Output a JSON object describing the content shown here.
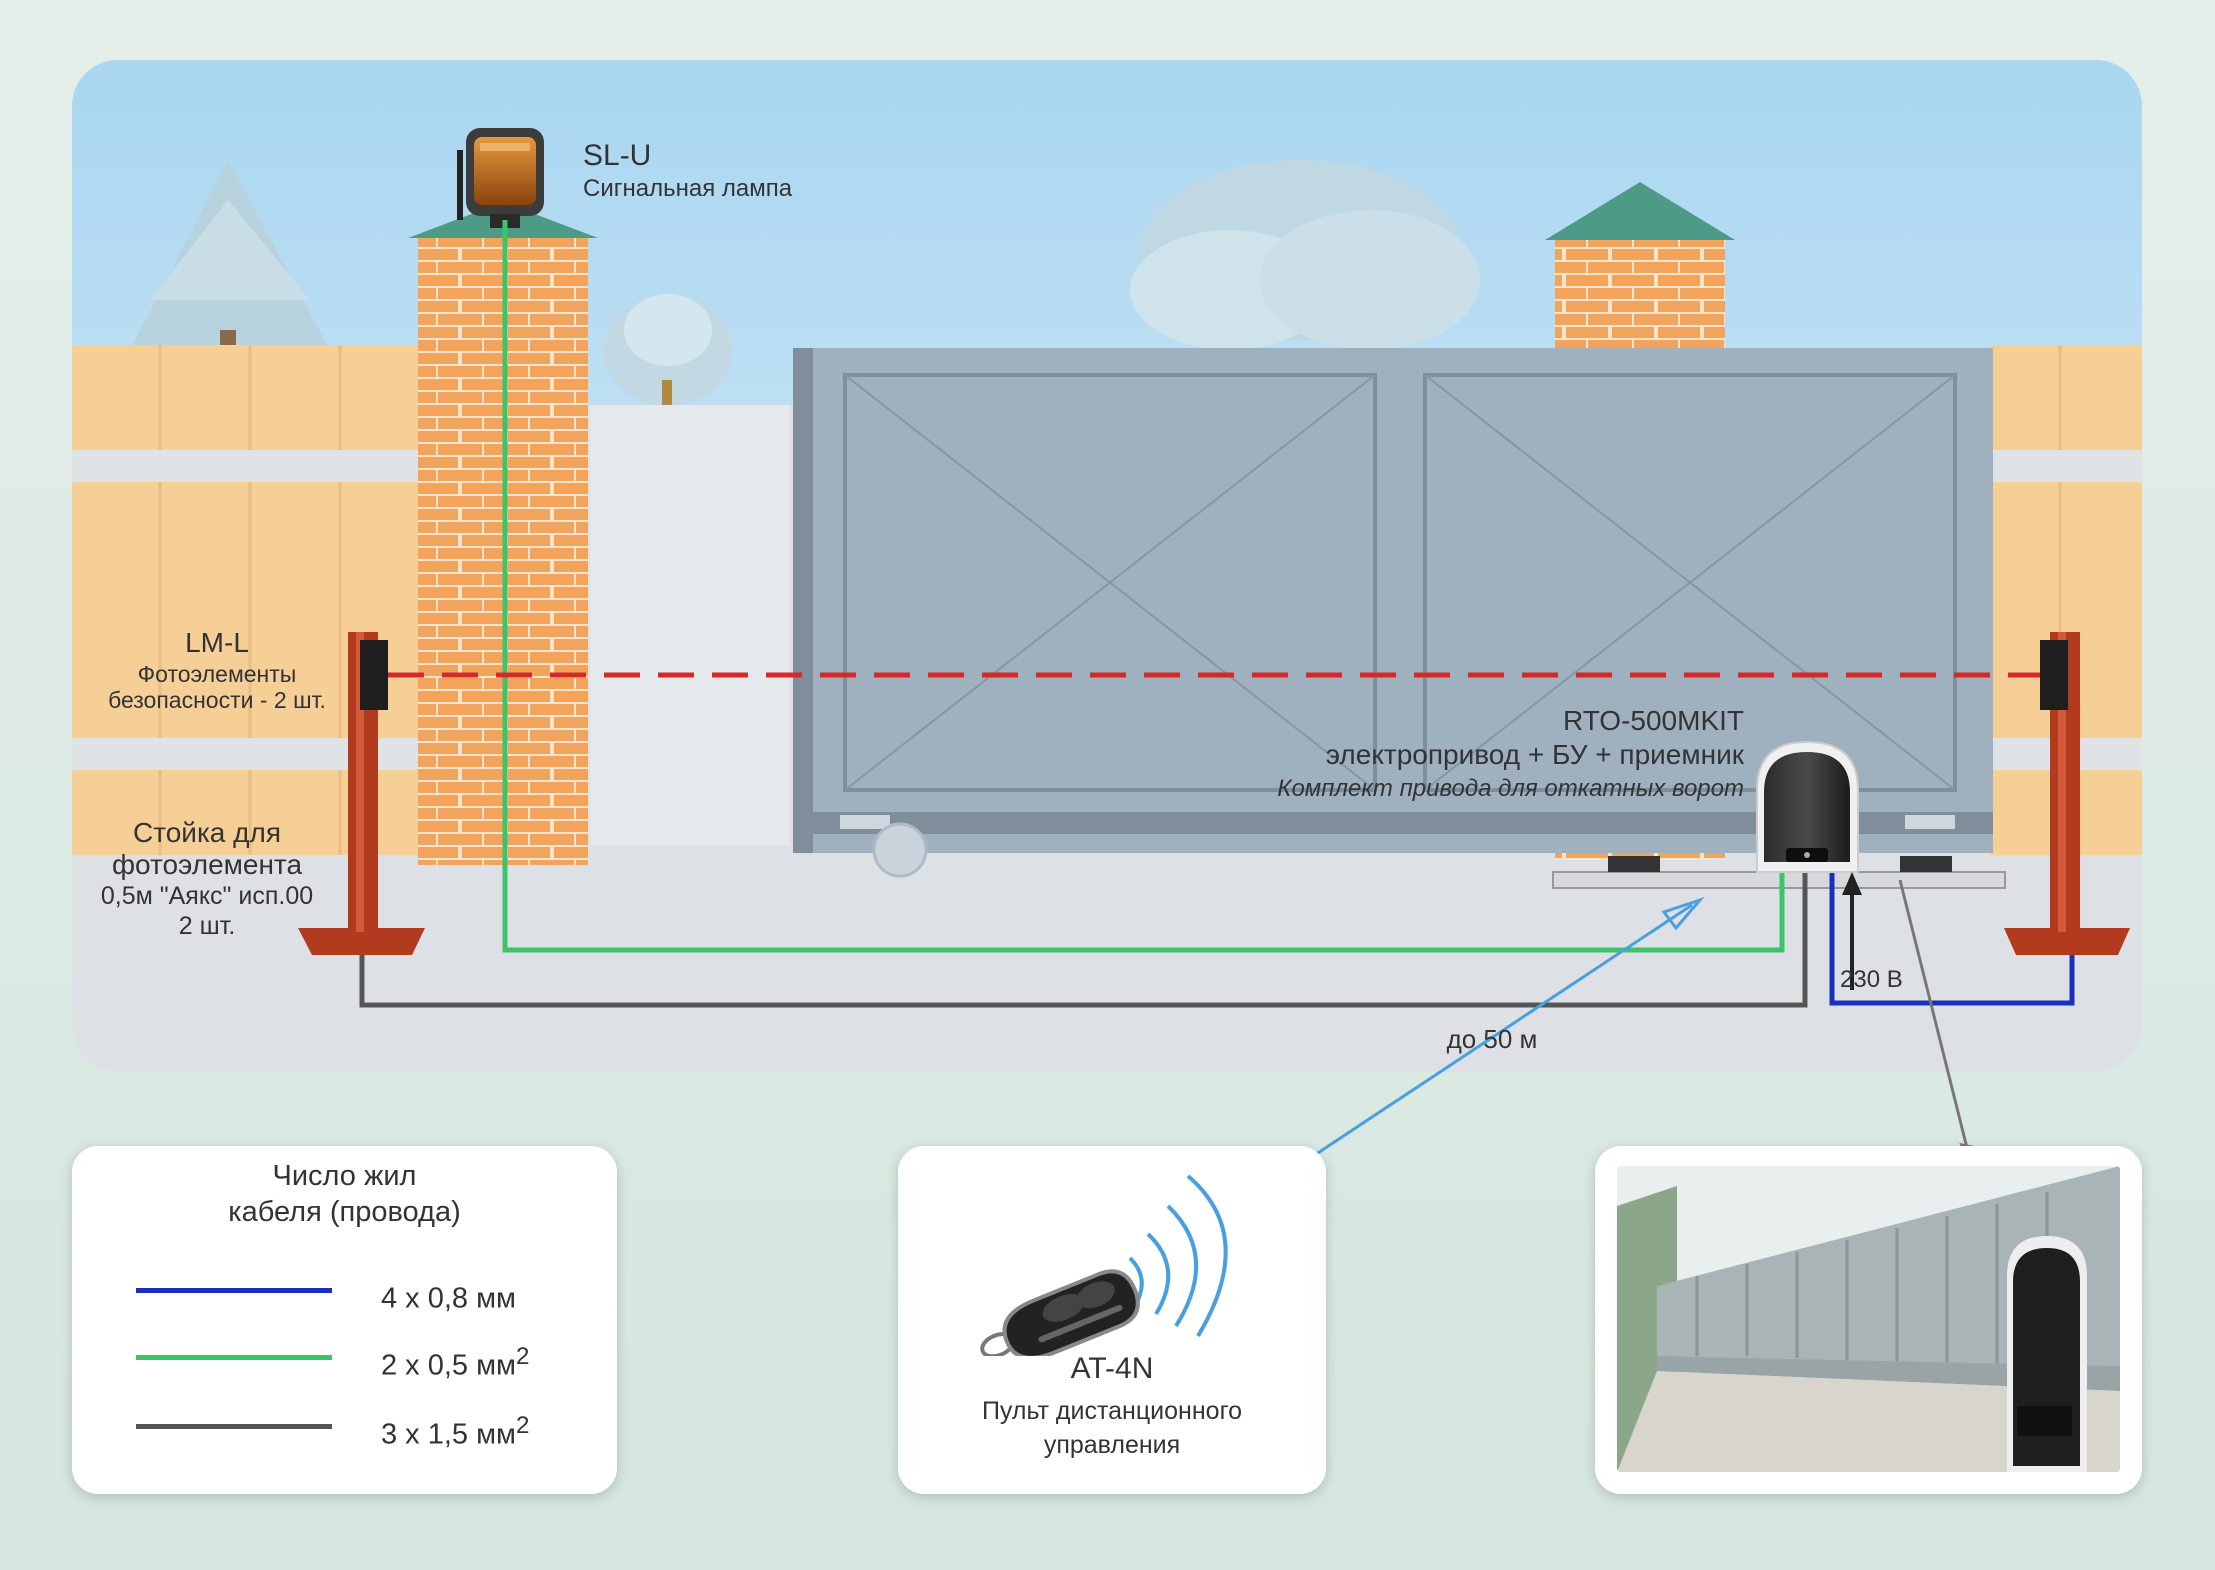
{
  "colors": {
    "cable_4x08": "#1a2fbf",
    "cable_2x05": "#3dc46a",
    "cable_3x15": "#555555",
    "beam": "#d62828",
    "wireless": "#4a9fe0",
    "post": "#b23a1e",
    "brick": "#f3a25a",
    "gate": "#9fb1bf",
    "sky": "#b9ddf0",
    "fence": "#f6cf97"
  },
  "lamp": {
    "model": "SL-U",
    "desc": "Сигнальная лампа",
    "icon": "signal-lamp-icon"
  },
  "photocell": {
    "model": "LM-L",
    "desc_line1": "Фотоэлементы",
    "desc_line2": "безопасности - 2 шт."
  },
  "stand": {
    "line1": "Стойка для",
    "line2": "фотоэлемента",
    "line3": "0,5м \"Аякс\" исп.00",
    "line4": "2 шт."
  },
  "drive": {
    "model": "RTO-500MKIT",
    "desc": "электропривод + БУ + приемник",
    "subdesc": "Комплект привода для откатных ворот"
  },
  "power_label": "230 В",
  "range_label": "до 50 м",
  "legend": {
    "title_line1": "Число жил",
    "title_line2": "кабеля (провода)",
    "items": [
      {
        "text": "4 х 0,8 мм",
        "sup": "",
        "color_key": "cable_4x08"
      },
      {
        "text": "2 х 0,5 мм",
        "sup": "2",
        "color_key": "cable_2x05"
      },
      {
        "text": "3 х 1,5 мм",
        "sup": "2",
        "color_key": "cable_3x15"
      }
    ]
  },
  "remote": {
    "model": "AT-4N",
    "desc_line1": "Пульт дистанционного",
    "desc_line2": "управления",
    "icon": "remote-control-icon"
  },
  "photo": {
    "icon": "installed-drive-photo"
  }
}
